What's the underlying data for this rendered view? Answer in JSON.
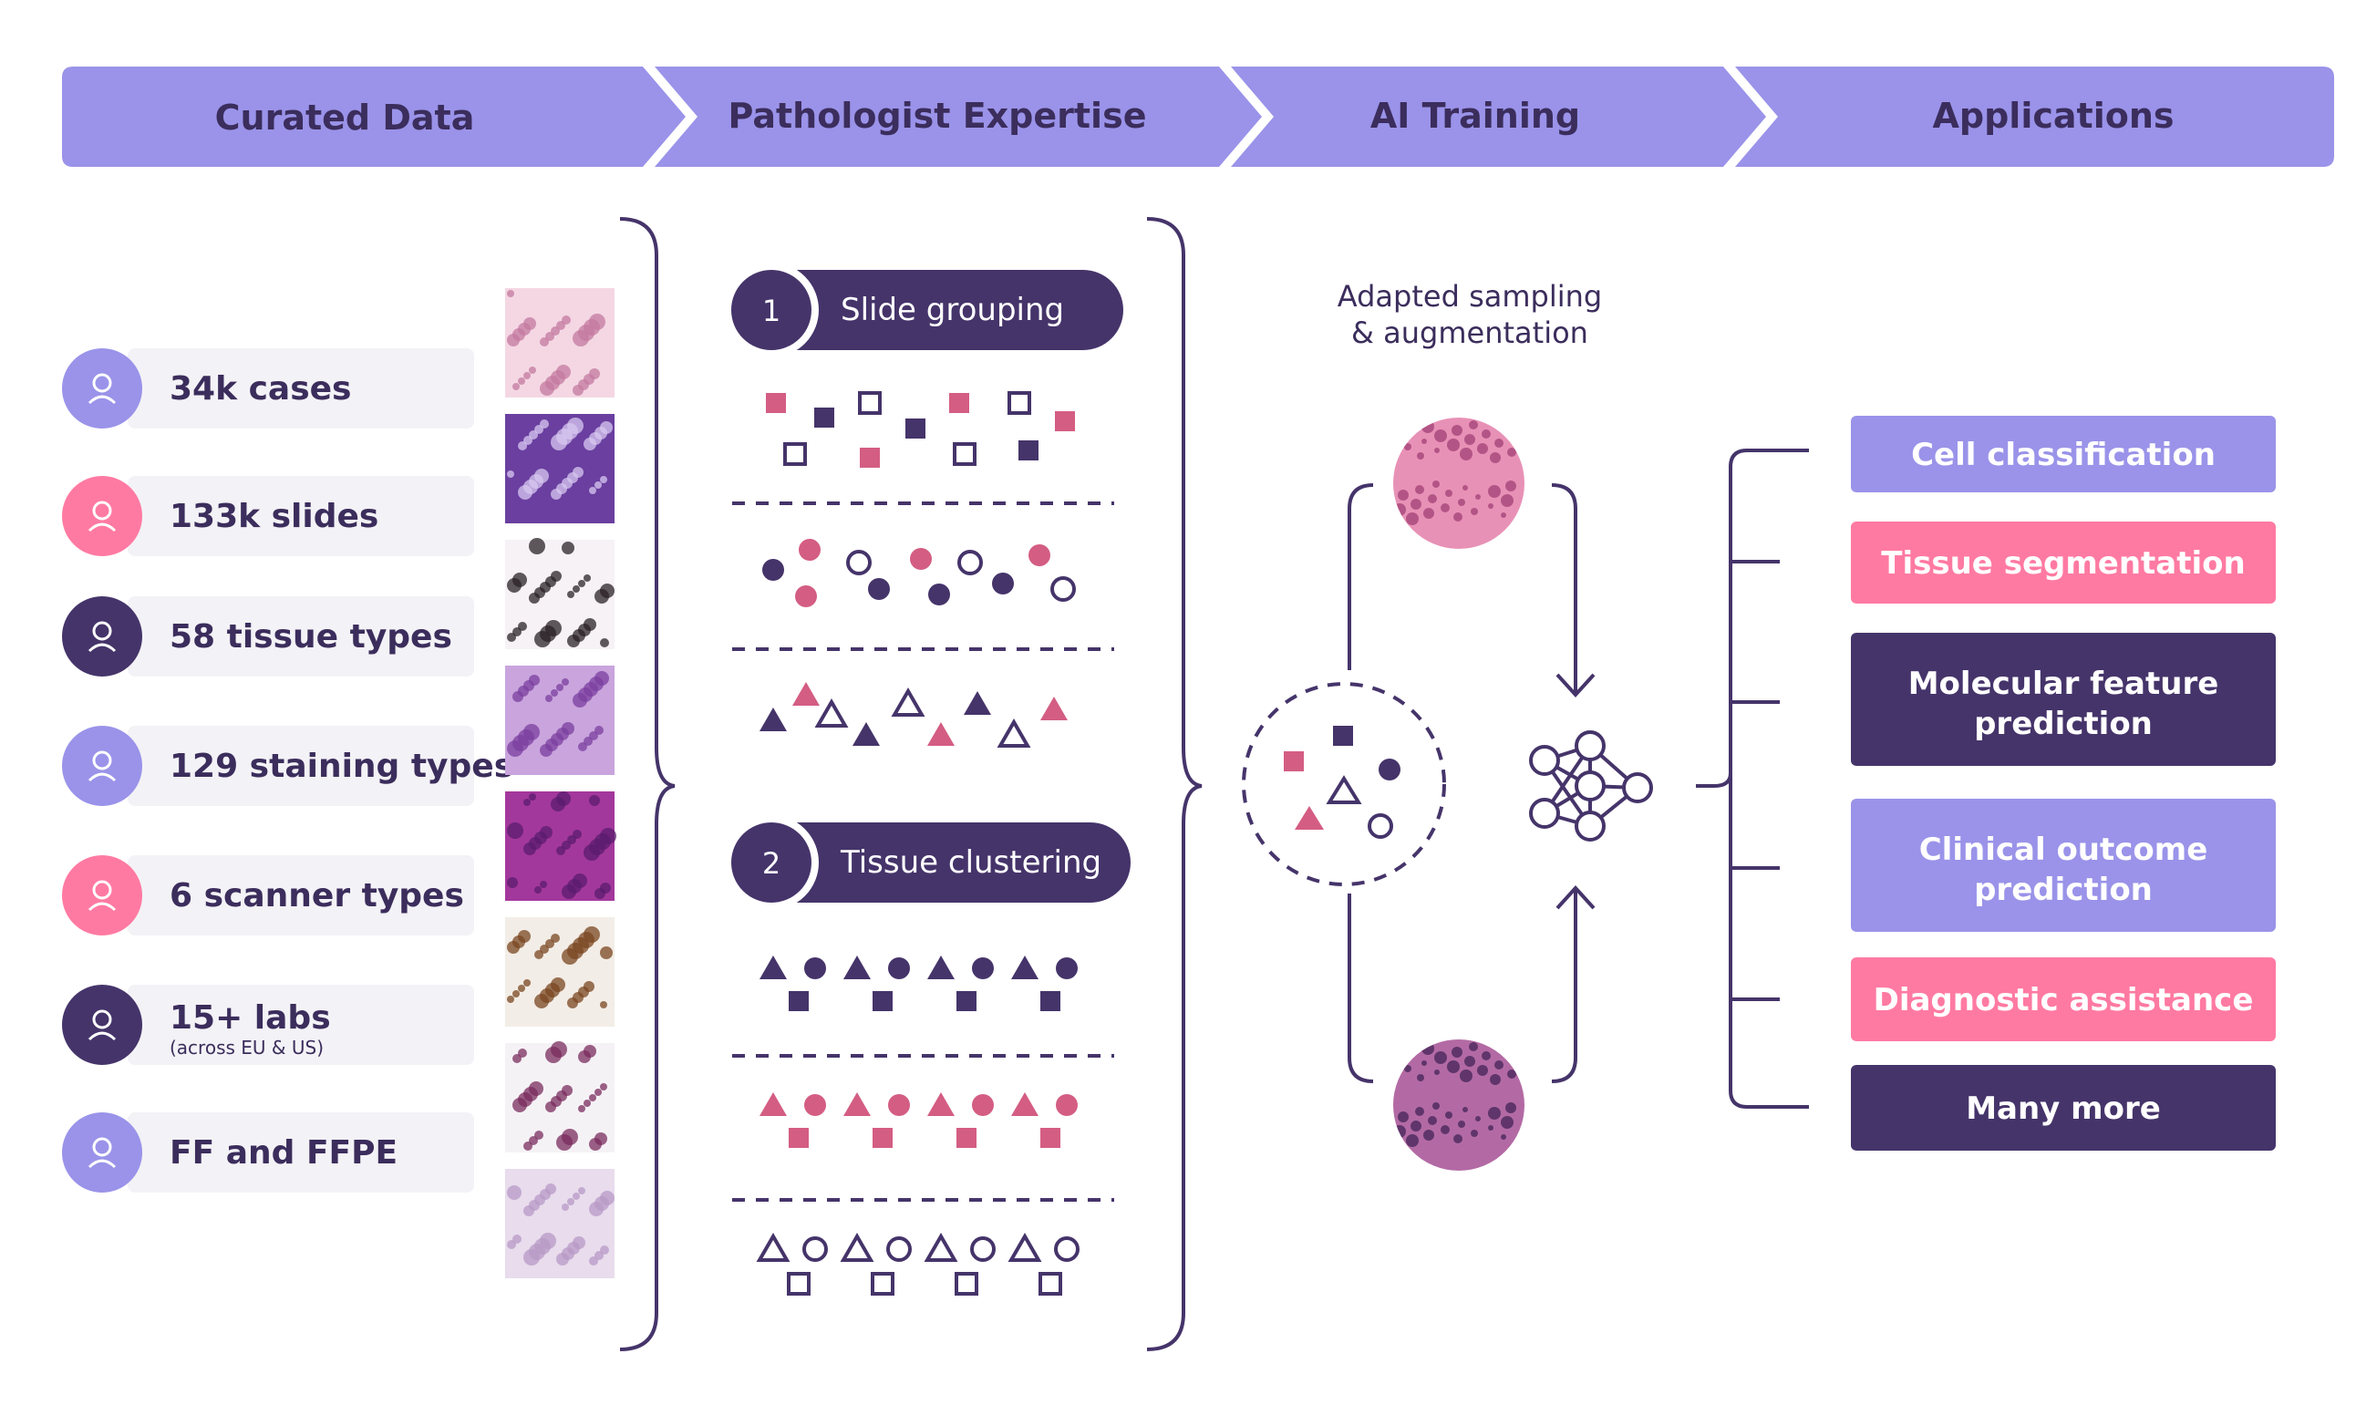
{
  "colors": {
    "header": "#9a93e9",
    "header_text": "#3b2d5c",
    "dark": "#45346a",
    "pink": "#ff7aa2",
    "pink_marker": "#d45d83",
    "lavender": "#9a93e9",
    "pill_bg": "#f3f2f6",
    "dashed": "#45346a"
  },
  "header": {
    "steps": [
      {
        "label": "Curated Data"
      },
      {
        "label": "Pathologist Expertise"
      },
      {
        "label": "AI Training"
      },
      {
        "label": "Applications"
      }
    ]
  },
  "curated_data": {
    "items": [
      {
        "label": "34k cases",
        "sublabel": "",
        "icon": "user-icon",
        "icon_style": "lavender"
      },
      {
        "label": "133k slides",
        "sublabel": "",
        "icon": "slide-icon",
        "icon_style": "pink"
      },
      {
        "label": "58 tissue types",
        "sublabel": "",
        "icon": "heart-organ-icon",
        "icon_style": "dark"
      },
      {
        "label": "129 staining types",
        "sublabel": "",
        "icon": "staining-icon",
        "icon_style": "lavender"
      },
      {
        "label": "6 scanner types",
        "sublabel": "",
        "icon": "scanner-icon",
        "icon_style": "pink"
      },
      {
        "label": "15+ labs",
        "sublabel": "(across EU & US)",
        "icon": "location-pin-icon",
        "icon_style": "dark"
      },
      {
        "label": "FF and FFPE",
        "sublabel": "",
        "icon": "snowflake-icon",
        "icon_style": "lavender"
      }
    ],
    "tissue_images": [
      {
        "name": "tissue-thumbnail-fibrous",
        "base": "#f4d7e3",
        "spot": "#c47aa0"
      },
      {
        "name": "tissue-thumbnail-epithelium",
        "base": "#6a3fa0",
        "spot": "#d8c8f0"
      },
      {
        "name": "tissue-thumbnail-silver-stain",
        "base": "#f7f2f6",
        "spot": "#2a2226"
      },
      {
        "name": "tissue-thumbnail-glands",
        "base": "#c9a4dd",
        "spot": "#7b3f9f"
      },
      {
        "name": "tissue-thumbnail-dense-cells",
        "base": "#a3389c",
        "spot": "#5a1c6e"
      },
      {
        "name": "tissue-thumbnail-ihc-brown",
        "base": "#f2ede6",
        "spot": "#7a4520"
      },
      {
        "name": "tissue-thumbnail-teal-stain",
        "base": "#f5f2f6",
        "spot": "#7a2c5e"
      },
      {
        "name": "tissue-thumbnail-pale-crypts",
        "base": "#e8dced",
        "spot": "#b89ac6"
      }
    ]
  },
  "pathologist": {
    "steps": [
      {
        "number": "1",
        "label": "Slide grouping"
      },
      {
        "number": "2",
        "label": "Tissue clustering"
      }
    ]
  },
  "ai_training": {
    "caption_line1": "Adapted sampling",
    "caption_line2": "& augmentation"
  },
  "applications": {
    "items": [
      {
        "line1": "Cell classification",
        "line2": "",
        "style": "lavender"
      },
      {
        "line1": "Tissue segmentation",
        "line2": "",
        "style": "pink"
      },
      {
        "line1": "Molecular feature",
        "line2": "prediction",
        "style": "dark"
      },
      {
        "line1": "Clinical outcome",
        "line2": "prediction",
        "style": "lavender"
      },
      {
        "line1": "Diagnostic assistance",
        "line2": "",
        "style": "pink"
      },
      {
        "line1": "Many more",
        "line2": "",
        "style": "dark"
      }
    ]
  }
}
